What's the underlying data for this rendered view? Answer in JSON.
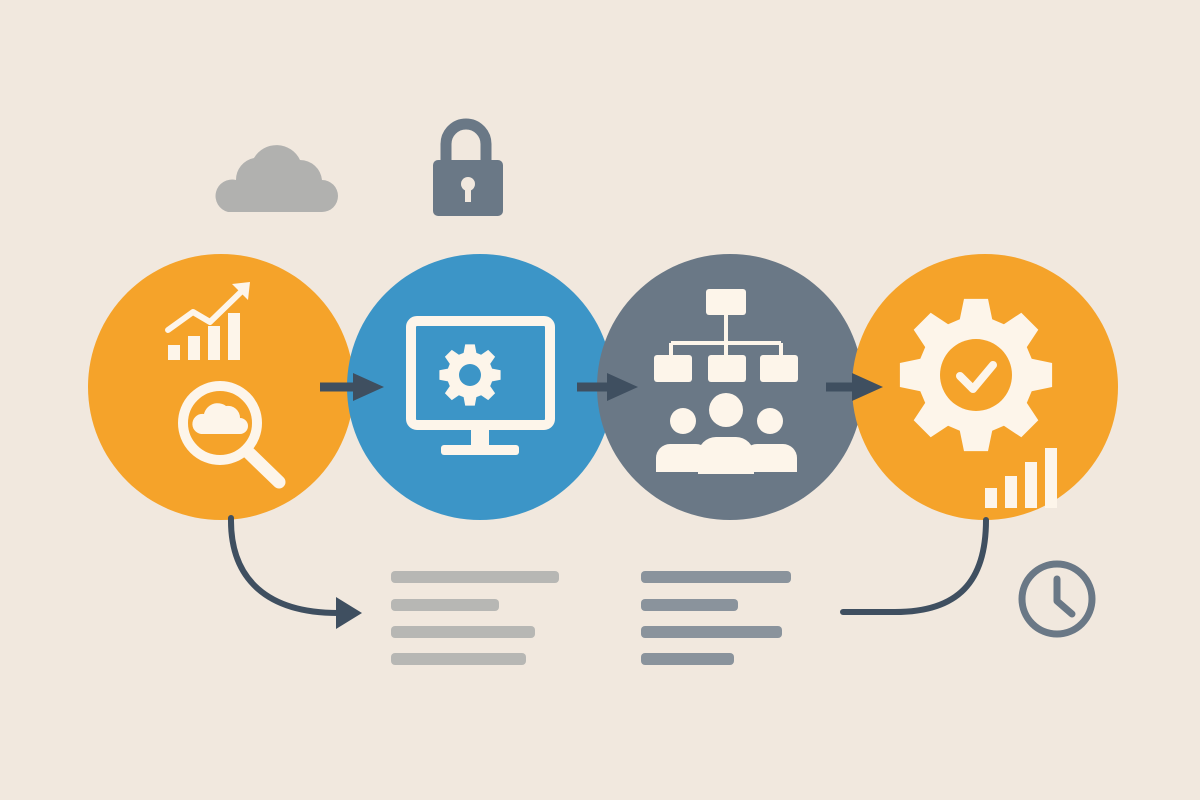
{
  "colors": {
    "background": "#F1E8DE",
    "orange": "#F5A32A",
    "blue": "#3C95C7",
    "slate": "#6A7886",
    "dark": "#3F4F60",
    "cream": "#FDF5EA",
    "cloud_gray": "#B1B1AF",
    "text_gray": "#B7B7B4",
    "text_gray_dark": "#8A939C"
  },
  "flow": {
    "steps": [
      {
        "name": "analytics-search",
        "icons": [
          "growth-chart-icon",
          "cloud-search-icon"
        ]
      },
      {
        "name": "system-configuration",
        "icons": [
          "monitor-settings-icon"
        ]
      },
      {
        "name": "team-organization",
        "icons": [
          "org-chart-icon",
          "team-icon"
        ]
      },
      {
        "name": "optimization",
        "icons": [
          "gear-check-icon",
          "signal-bars-icon"
        ]
      }
    ],
    "connectors": [
      "arrow-right-icon",
      "arrow-right-icon",
      "arrow-right-icon"
    ],
    "decorations": [
      "cloud-icon",
      "padlock-icon",
      "clock-icon"
    ]
  }
}
